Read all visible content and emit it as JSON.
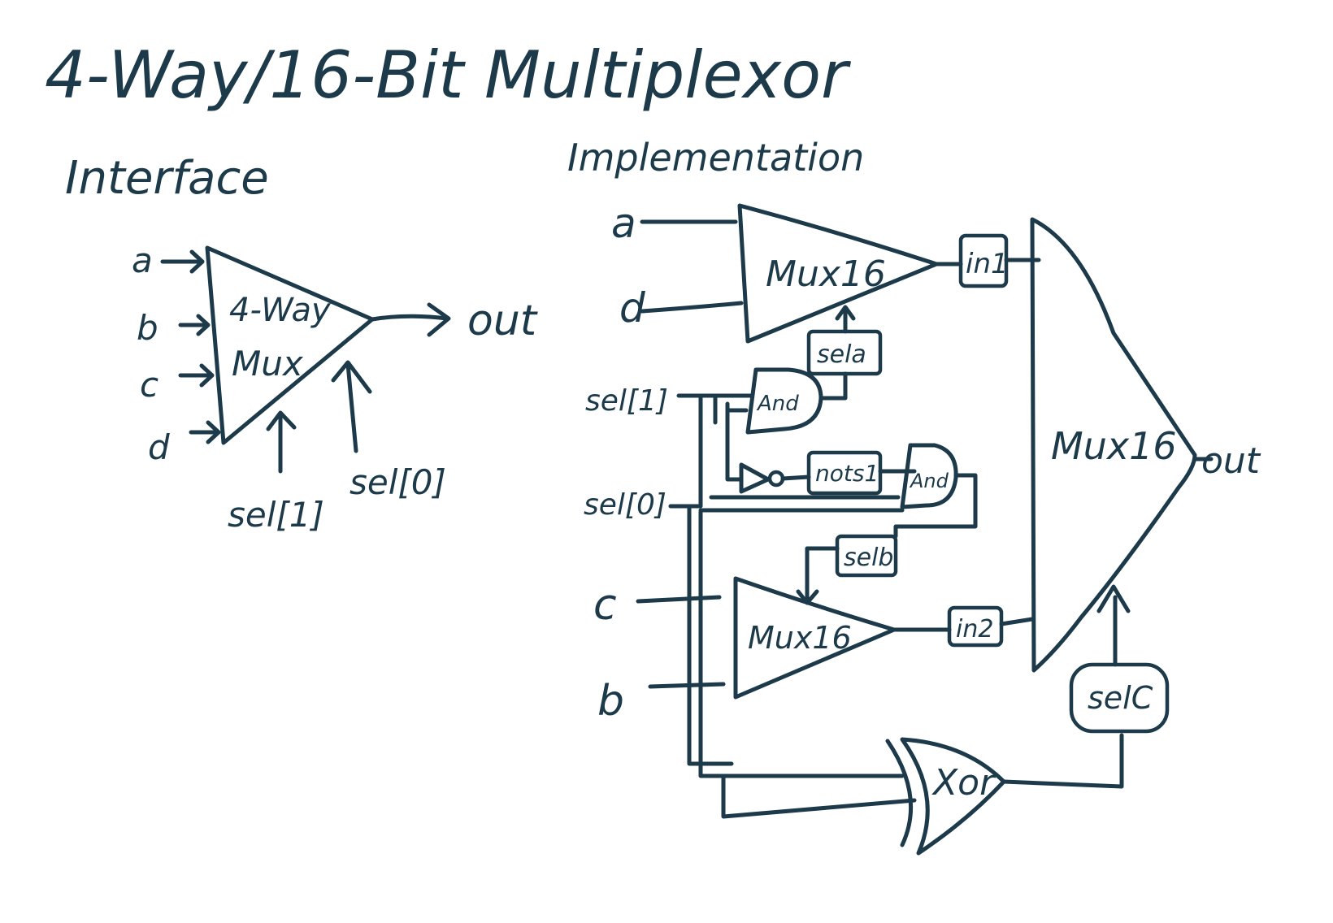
{
  "title": "4-Way/16-Bit Multiplexor",
  "interface": {
    "heading": "Interface",
    "inputs": [
      "a",
      "b",
      "c",
      "d"
    ],
    "chip_line1": "4-Way",
    "chip_line2": "Mux",
    "output": "out",
    "sel1": "sel[1]",
    "sel0": "sel[0]"
  },
  "implementation": {
    "heading": "Implementation",
    "inputs": {
      "a": "a",
      "d": "d",
      "c": "c",
      "b": "b",
      "sel1": "sel[1]",
      "sel0": "sel[0]"
    },
    "mux_top": "Mux16",
    "mux_bottom": "Mux16",
    "mux_final": "Mux16",
    "and_top": "And",
    "and_bottom": "And",
    "xor": "Xor",
    "wire_in1": "in1",
    "wire_in2": "in2",
    "wire_sela": "sela",
    "wire_selb": "selb",
    "wire_selc": "selC",
    "wire_nots1": "nots1",
    "output": "out"
  }
}
